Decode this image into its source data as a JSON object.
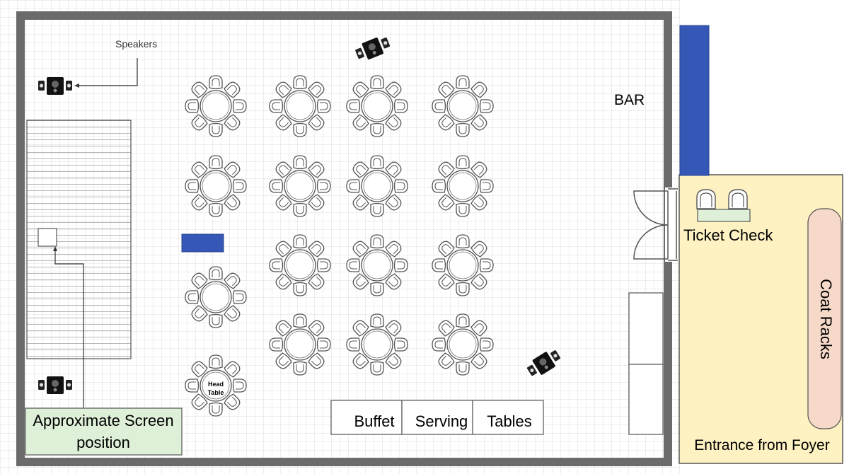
{
  "labels": {
    "speakers": "Speakers",
    "bar": "BAR",
    "ticket_check": "Ticket Check",
    "coat_racks": "Coat Racks",
    "entrance": "Entrance from Foyer",
    "screen_line1": "Approximate Screen",
    "screen_line2": "position",
    "head_table_line1": "Head",
    "head_table_line2": "Table",
    "buffet": "Buffet",
    "serving": "Serving",
    "tables": "Tables"
  },
  "colors": {
    "wall": "#6b6b6b",
    "blue_block": "#3557b6",
    "foyer": "#fef2c3",
    "coat_rack": "#f6d9c8",
    "screen_label_bg": "#dff0d8",
    "ticket_table": "#dff0d8",
    "grid": "#d9d9d9"
  }
}
